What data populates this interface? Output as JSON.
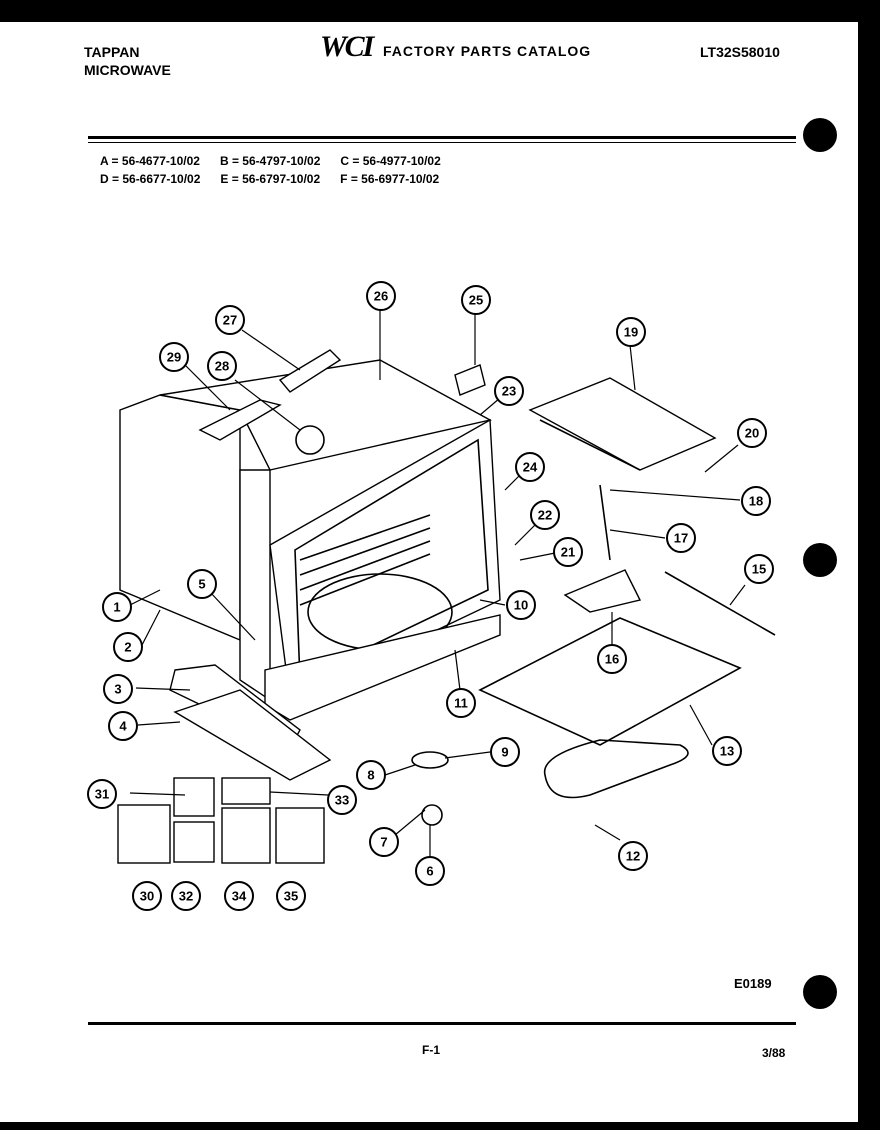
{
  "header": {
    "brand_line1": "TAPPAN",
    "brand_line2": "MICROWAVE",
    "logo_text": "WCI",
    "catalog_title": "FACTORY PARTS CATALOG",
    "document_number": "LT32S58010"
  },
  "models": [
    [
      "A = 56-4677-10/02",
      "B = 56-4797-10/02",
      "C = 56-4977-10/02"
    ],
    [
      "D = 56-6677-10/02",
      "E = 56-6797-10/02",
      "F = 56-6977-10/02"
    ]
  ],
  "callouts": [
    "1",
    "2",
    "3",
    "4",
    "5",
    "6",
    "7",
    "8",
    "9",
    "10",
    "11",
    "12",
    "13",
    "15",
    "16",
    "17",
    "18",
    "19",
    "20",
    "21",
    "22",
    "23",
    "24",
    "25",
    "26",
    "27",
    "28",
    "29",
    "30",
    "31",
    "32",
    "33",
    "34",
    "35"
  ],
  "footer": {
    "figure_code": "E0189",
    "page": "F-1",
    "date": "3/88"
  }
}
